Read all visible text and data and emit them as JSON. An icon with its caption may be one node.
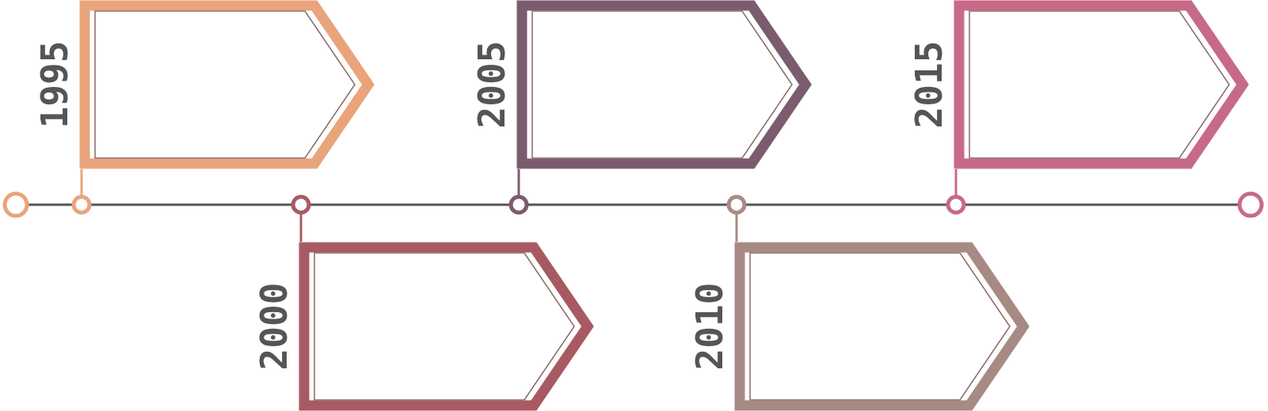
{
  "diagram": {
    "nodes": [
      {
        "text": [
          "1995"
        ]
      },
      {
        "text": [
          "2000"
        ]
      },
      {
        "text": [
          "2005"
        ]
      },
      {
        "text": [
          "2010"
        ]
      },
      {
        "text": [
          "2015"
        ]
      },
      {
        "text": [],
        "shape": "circle"
      },
      {
        "text": [],
        "shape": "circle"
      },
      {
        "text": [],
        "shape": "circle"
      },
      {
        "text": [],
        "shape": "circle"
      },
      {
        "text": [],
        "shape": "circle"
      },
      {
        "text": [],
        "shape": "circle"
      },
      {
        "text": [],
        "shape": "circle"
      }
    ],
    "edges": [
      {
        "from": 5,
        "to": 6,
        "arrow": "none"
      },
      {
        "from": 6,
        "to": 7,
        "arrow": "none"
      },
      {
        "from": 7,
        "to": 8,
        "arrow": "none"
      },
      {
        "from": 8,
        "to": 9,
        "arrow": "none"
      },
      {
        "from": 9,
        "to": 10,
        "arrow": "none"
      },
      {
        "from": 10,
        "to": 11,
        "arrow": "none"
      },
      {
        "from": 6,
        "to": 0,
        "arrow": "none",
        "color": "#e9a47c"
      },
      {
        "from": 7,
        "to": 1,
        "arrow": "none",
        "color": "#a85a63"
      },
      {
        "from": 8,
        "to": 2,
        "arrow": "none",
        "color": "#7b5c6e"
      },
      {
        "from": 9,
        "to": 3,
        "arrow": "none",
        "color": "#a88a84"
      },
      {
        "from": 10,
        "to": 4,
        "arrow": "none",
        "color": "#c76a88"
      }
    ]
  }
}
